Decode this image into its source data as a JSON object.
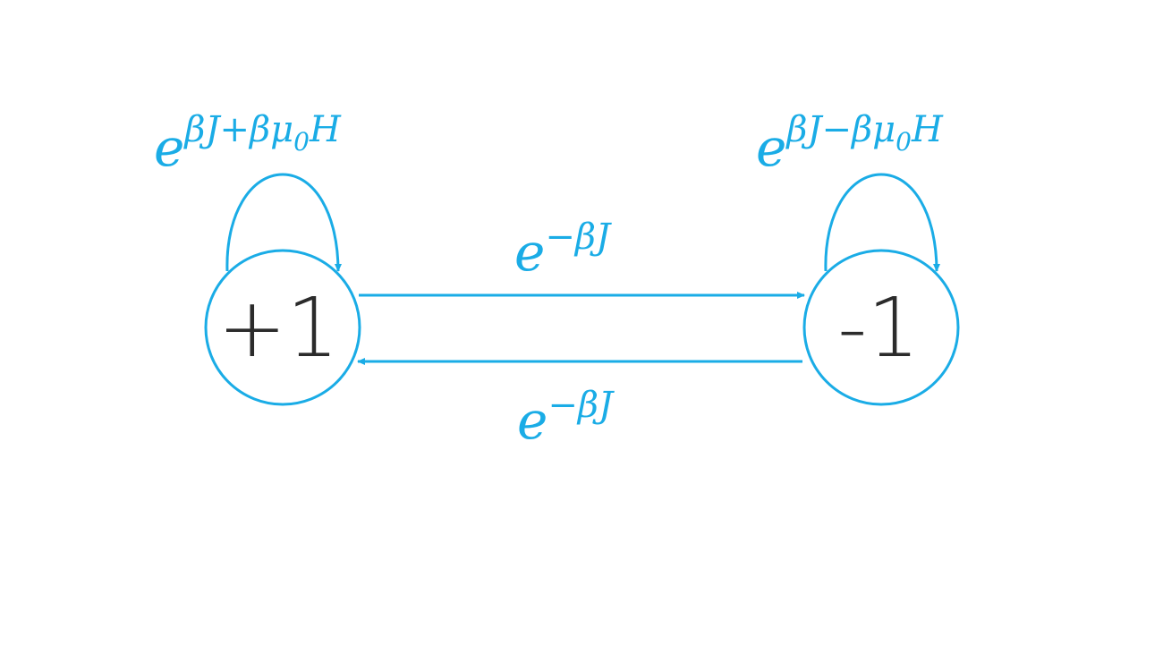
{
  "colors": {
    "accent": "#1aace6",
    "node_text": "#2b2b2b",
    "background": "#ffffff"
  },
  "nodes": {
    "plus": {
      "label": "+1"
    },
    "minus": {
      "label": "-1"
    }
  },
  "edges": {
    "self_loop_plus": {
      "base": "e",
      "exp_pre": "βJ+βμ",
      "exp_sub": "0",
      "exp_post": "H"
    },
    "self_loop_minus": {
      "base": "e",
      "exp_pre": "βJ−βμ",
      "exp_sub": "0",
      "exp_post": "H"
    },
    "plus_to_minus": {
      "base": "e",
      "exp": "−βJ"
    },
    "minus_to_plus": {
      "base": "e",
      "exp": "−βJ"
    }
  }
}
